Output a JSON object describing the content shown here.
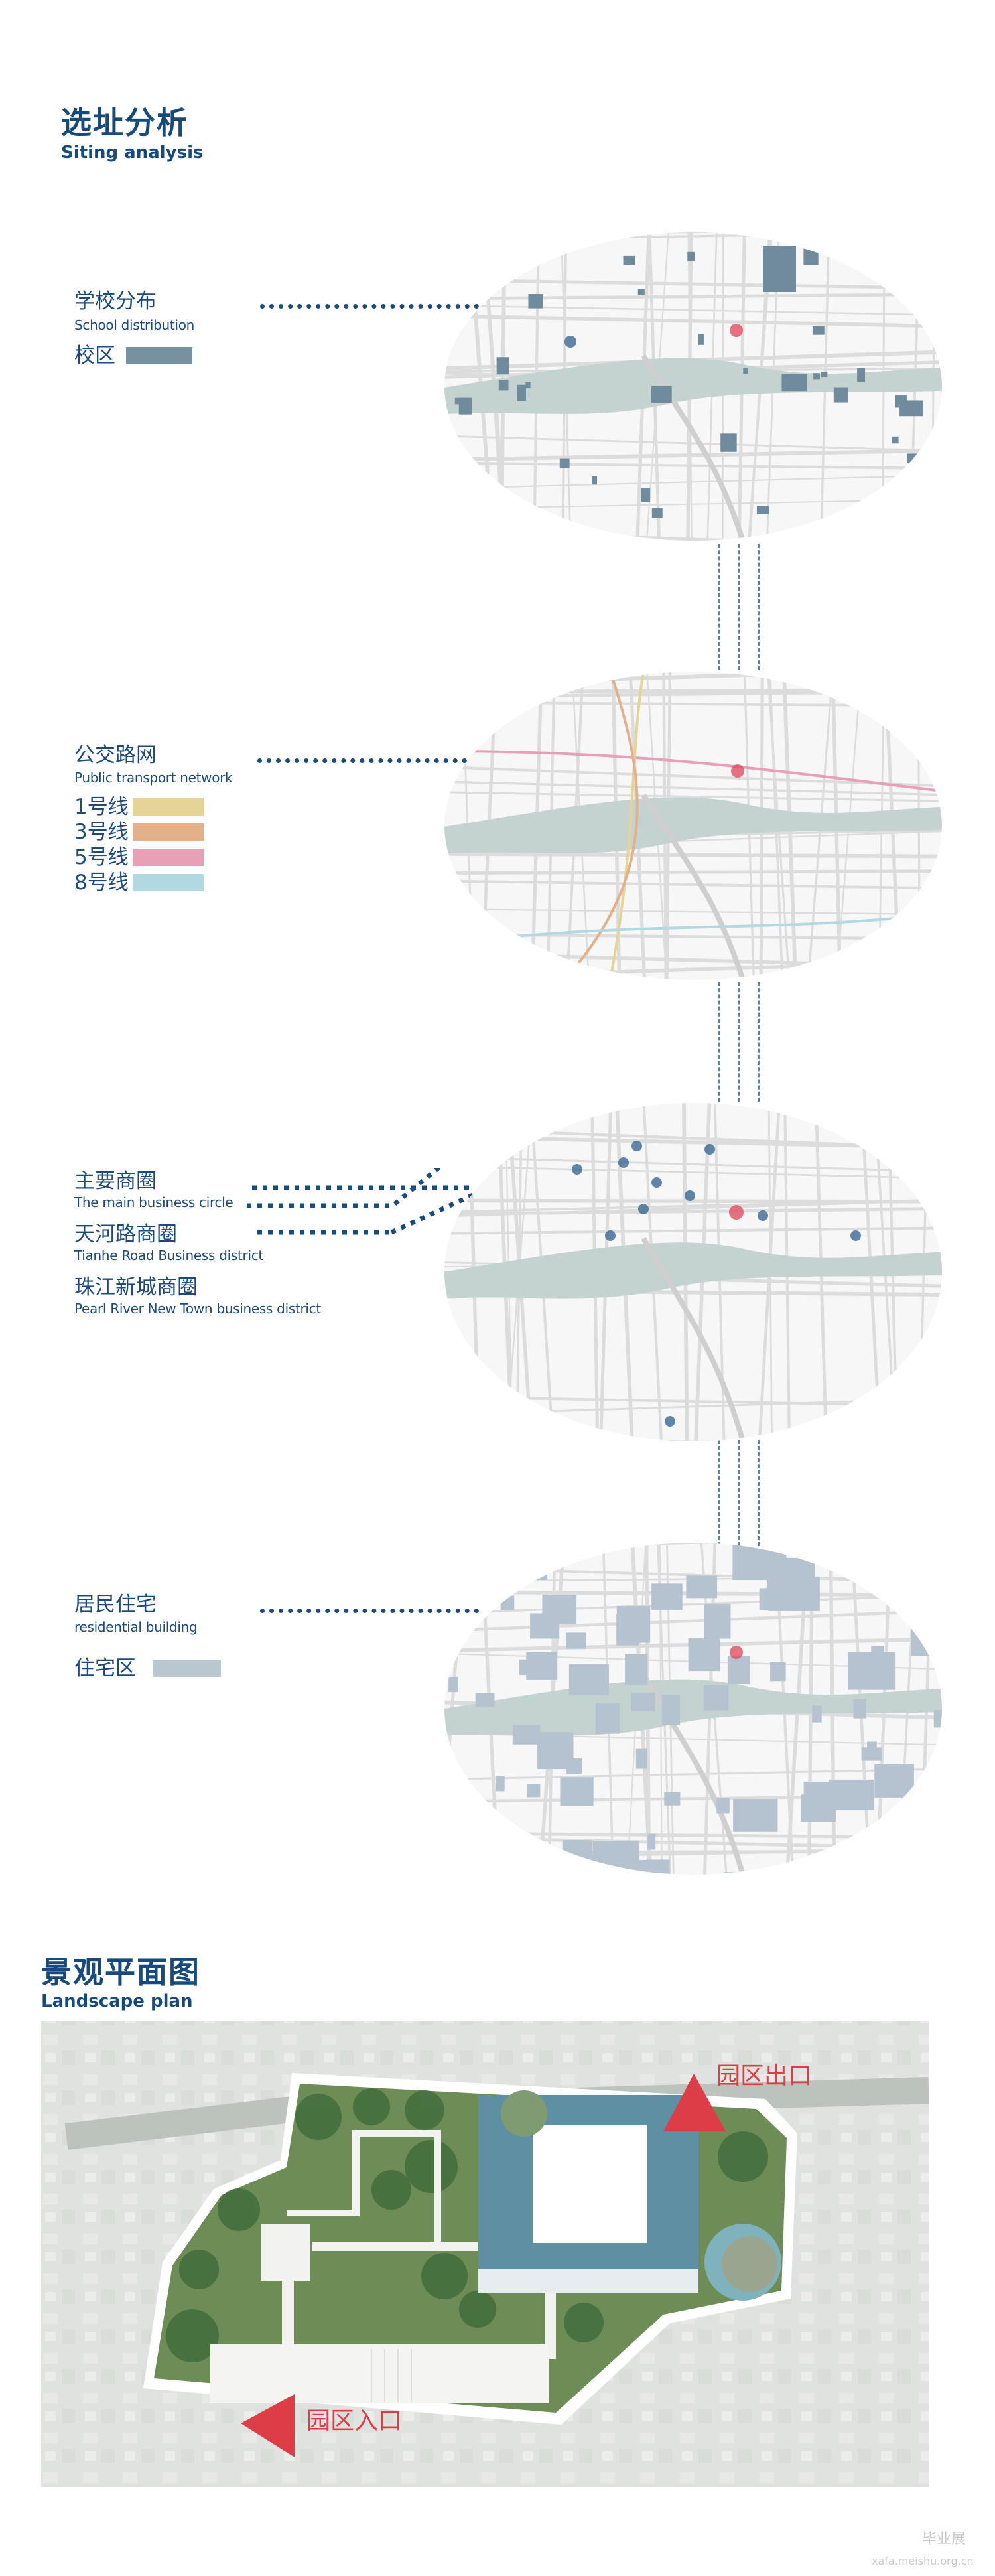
{
  "siting": {
    "title": "选址分析",
    "subtitle": "Siting analysis",
    "school": {
      "title": "学校分布",
      "subtitle": "School distribution",
      "legend_label": "校区",
      "legend_color": "#7692a0"
    },
    "transport": {
      "title": "公交路网",
      "subtitle": "Public transport network",
      "lines": [
        {
          "label": "1号线",
          "color": "#e5d496"
        },
        {
          "label": "3号线",
          "color": "#e2b18a"
        },
        {
          "label": "5号线",
          "color": "#e8a0b6"
        },
        {
          "label": "8号线",
          "color": "#b2d9e2"
        }
      ]
    },
    "business": {
      "items": [
        {
          "title": "主要商圈",
          "subtitle": "The main business circle"
        },
        {
          "title": "天河路商圈",
          "subtitle": "Tianhe Road Business district"
        },
        {
          "title": "珠江新城商圈",
          "subtitle": "Pearl River New Town business district"
        }
      ]
    },
    "residential": {
      "title": "居民住宅",
      "subtitle": "residential building",
      "legend_label": "住宅区",
      "legend_color": "#b9c7d1"
    }
  },
  "landscape": {
    "title": "景观平面图",
    "subtitle": "Landscape plan",
    "exit_label": "园区出口",
    "entrance_label": "园区入口",
    "accent_color": "#dc3d47"
  },
  "watermark": {
    "name": "毕业展",
    "url": "xafa.meishu.org.cn"
  }
}
